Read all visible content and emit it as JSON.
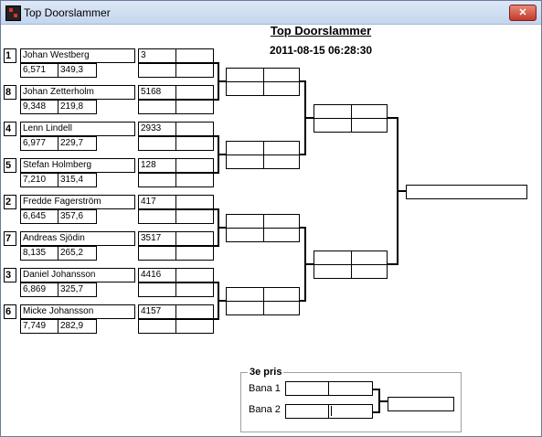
{
  "window": {
    "title": "Top Doorslammer",
    "close_label": "✕"
  },
  "header": {
    "title": "Top Doorslammer",
    "datetime": "2011-08-15 06:28:30"
  },
  "drivers": [
    {
      "seed": "1",
      "name": "Johan Westberg",
      "rt": "6,571",
      "speed": "349,3",
      "number": "3"
    },
    {
      "seed": "8",
      "name": "Johan Zetterholm",
      "rt": "9,348",
      "speed": "219,8",
      "number": "5168"
    },
    {
      "seed": "4",
      "name": "Lenn Lindell",
      "rt": "6,977",
      "speed": "229,7",
      "number": "2933"
    },
    {
      "seed": "5",
      "name": "Stefan Holmberg",
      "rt": "7,210",
      "speed": "315,4",
      "number": "128"
    },
    {
      "seed": "2",
      "name": "Fredde Fagerström",
      "rt": "6,645",
      "speed": "357,6",
      "number": "417"
    },
    {
      "seed": "7",
      "name": "Andreas Sjödin",
      "rt": "8,135",
      "speed": "265,2",
      "number": "3517"
    },
    {
      "seed": "3",
      "name": "Daniel Johansson",
      "rt": "6,869",
      "speed": "325,7",
      "number": "4416"
    },
    {
      "seed": "6",
      "name": "Micke Johansson",
      "rt": "7,749",
      "speed": "282,9",
      "number": "4157"
    }
  ],
  "third_place": {
    "title": "3e pris",
    "lane1": "Bana 1",
    "lane2": "Bana 2"
  }
}
